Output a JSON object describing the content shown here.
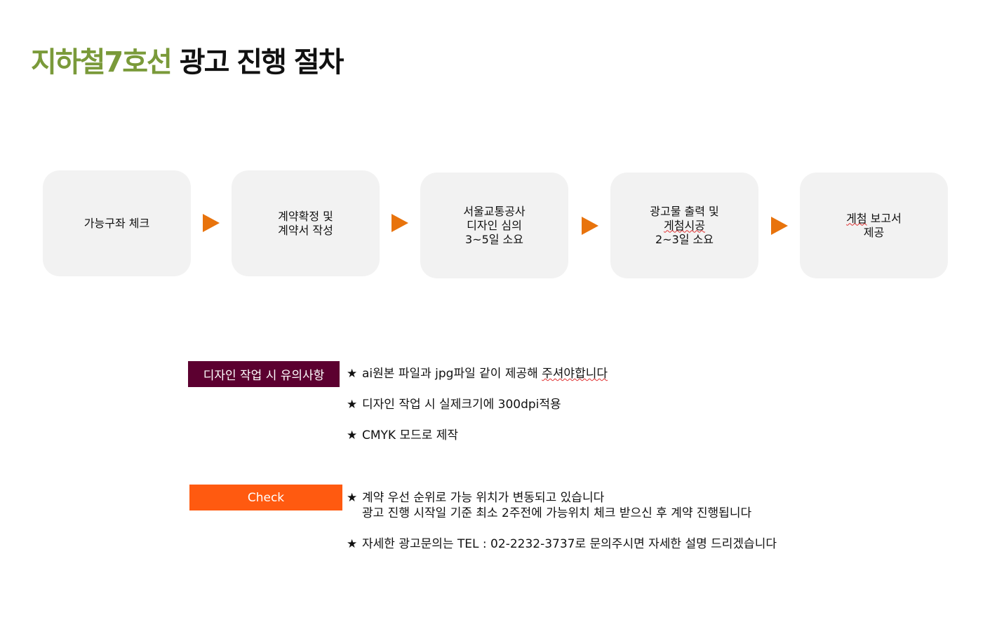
{
  "title": {
    "accent": "지하철7호선",
    "rest": "광고 진행 절차"
  },
  "steps": [
    {
      "label": "가능구좌 체크"
    },
    {
      "label": "계약확정 및\n계약서 작성"
    },
    {
      "label": "서울교통공사\n디자인 심의\n3~5일 소요"
    },
    {
      "line1": "광고물 출력 및",
      "line2": "게첨시공",
      "line3": "2~3일 소요"
    },
    {
      "line1": "게첨",
      "line1b": " 보고서",
      "line2": "제공"
    }
  ],
  "design_notice": {
    "tag": "디자인 작업 시 유의사항",
    "items": [
      {
        "text": "ai원본 파일과 jpg파일 같이 제공해 ",
        "squiggle": "주셔야합니다"
      },
      {
        "text": "디자인 작업 시 실제크기에 300dpi적용"
      },
      {
        "text": "CMYK 모드로 제작"
      }
    ]
  },
  "check_notice": {
    "tag": "Check",
    "items": [
      {
        "text": "계약 우선 순위로 가능 위치가 변동되고 있습니다",
        "cont": "광고 진행 시작일 기준 최소 2주전에 가능위치 체크 받으신 후 계약 진행됩니다"
      },
      {
        "text": "자세한 광고문의는 TEL : 02-2232-3737로 문의주시면 자세한 설명 드리겠습니다"
      }
    ]
  },
  "star": "★",
  "colors": {
    "accent_green": "#7a9a3a",
    "arrow_orange": "#e8730c",
    "tag_maroon": "#5c0030",
    "tag_orange": "#ff5a10",
    "box_gray": "#f2f2f2"
  }
}
